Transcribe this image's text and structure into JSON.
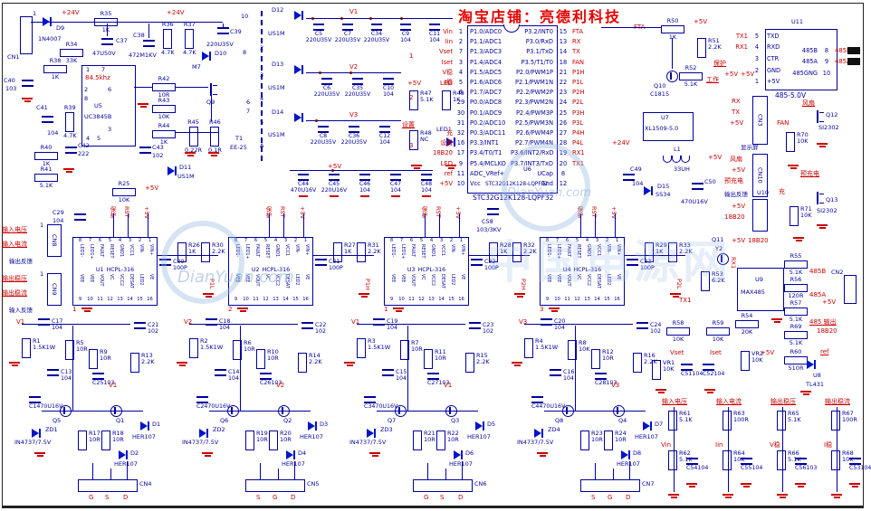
{
  "title": "淘宝店铺：亮德利科技",
  "watermark": {
    "site": "DianYuan.com",
    "big": "中国电源网"
  },
  "colors": {
    "component": "#00009c",
    "net": "#c80000",
    "title": "#e60000",
    "diode": "#0014c8"
  },
  "flyback": {
    "p24a": "+24V",
    "p24b": "+24V",
    "cn1": {
      "r": "CN1",
      "pin": "1"
    },
    "d9": {
      "r": "D9",
      "v": "1N4007"
    },
    "r35": {
      "r": "R35",
      "v": "1K"
    },
    "c37": {
      "r": "C37",
      "v": "47U50V"
    },
    "r34": {
      "r": "R34",
      "v": "33K"
    },
    "c38": {
      "r": "C38",
      "v": "472M1KV"
    },
    "r36": {
      "r": "R36",
      "v": "4.7K"
    },
    "r37": {
      "r": "R37",
      "v": "4.7K"
    },
    "c39": {
      "r": "C39",
      "v": "220U35V"
    },
    "d10": {
      "r": "D10",
      "v": "M7"
    },
    "u5": {
      "r": "U5",
      "v": "UC3845B",
      "freq": "84.5khz",
      "p1": "1",
      "p7": "7",
      "p2": "2",
      "p6": "6",
      "p8": "8",
      "p3": "3",
      "p4": "4",
      "p5": "5"
    },
    "r38": {
      "r": "R38",
      "v": "1K"
    },
    "c40": {
      "r": "C40",
      "v": "103"
    },
    "c41": {
      "r": "C41",
      "v": "104"
    },
    "r39": {
      "r": "R39",
      "v": "4.7K"
    },
    "r40": {
      "r": "R40",
      "v": "1K"
    },
    "r41": {
      "r": "R41",
      "v": "5.1K"
    },
    "c42": {
      "r": "C42",
      "v": "222"
    },
    "r42": {
      "r": "R42",
      "v": "10R"
    },
    "r43": {
      "r": "R43",
      "v": "10K"
    },
    "r44": {
      "r": "R44",
      "v": "1K"
    },
    "c43": {
      "r": "C43",
      "v": "102"
    },
    "q9": "Q9",
    "r45": {
      "r": "R45",
      "v": "0.22R"
    },
    "r46": {
      "r": "R46",
      "v": "0.1R"
    },
    "t1": {
      "r": "T1",
      "v": "EE-25",
      "p10": "10",
      "p8": "8",
      "p6": "6",
      "p7": "7"
    },
    "d11": {
      "r": "D11",
      "v": "US1M"
    }
  },
  "secondary": {
    "rows": [
      {
        "d": "D12",
        "part": "US1M",
        "a": "1",
        "b": "2",
        "rail": "V1",
        "tie": "1"
      },
      {
        "d": "D13",
        "part": "US1M",
        "a": "3",
        "b": "4",
        "rail": "V2",
        "tie": "2"
      },
      {
        "d": "D14",
        "part": "US1M",
        "a": "5",
        "b": "A",
        "rail": "V3",
        "tie": "3"
      }
    ],
    "caps1": [
      {
        "r": "C5",
        "v": "220U35V"
      },
      {
        "r": "C7",
        "v": "220U35V"
      },
      {
        "r": "C34",
        "v": "220U35V"
      },
      {
        "r": "C9",
        "v": "104"
      },
      {
        "r": "C11",
        "v": "104"
      }
    ],
    "caps2": [
      {
        "r": "C6",
        "v": "220U35V"
      },
      {
        "r": "C35",
        "v": "220U35V"
      },
      {
        "r": "C10",
        "v": "104"
      }
    ],
    "caps3": [
      {
        "r": "C8",
        "v": "220U35V"
      },
      {
        "r": "C36",
        "v": "220U35V"
      },
      {
        "r": "C12",
        "v": "104"
      }
    ],
    "rail5": "+5V",
    "caps5": [
      {
        "r": "C44",
        "v": "470U16V"
      },
      {
        "r": "C45",
        "v": "220U16V"
      },
      {
        "r": "C46",
        "v": "104"
      },
      {
        "r": "C47",
        "v": "104"
      },
      {
        "r": "C48",
        "v": "104"
      }
    ]
  },
  "led": {
    "p5": "+5V",
    "lednet": "LED",
    "r47": {
      "r": "R47",
      "v": "5.1K"
    },
    "r49": {
      "r": "R49",
      "v": "1K"
    },
    "set": "设置",
    "r48": {
      "r": "R48",
      "v": "NC"
    },
    "led1": "LED1"
  },
  "mcu": {
    "u": "U6",
    "part": "STC32G12K128-LQPF32",
    "caption": "STC32G12K128-LQPF32",
    "left": [
      {
        "net": "Vin",
        "num": "1",
        "name": "P1.0/ADC0"
      },
      {
        "net": "Iin",
        "num": "2",
        "name": "P1.1/ADC1"
      },
      {
        "net": "Vset",
        "num": "7",
        "name": "P1.3/ADC3"
      },
      {
        "net": "Iset",
        "num": "3",
        "name": "P1.4/ADC4"
      },
      {
        "net": "V稳",
        "num": "4",
        "name": "P1.5/ADC5"
      },
      {
        "net": "I稳",
        "num": "5",
        "name": "P1.6/ADC6"
      },
      {
        "net": "",
        "num": "6",
        "name": "P1.7/ADC7"
      },
      {
        "net": "",
        "num": "29",
        "name": "P0.0/ADC8"
      },
      {
        "net": "",
        "num": "30",
        "name": "P0.1/ADC9"
      },
      {
        "net": "",
        "num": "31",
        "name": "P0.2/ADC10"
      },
      {
        "net": "充",
        "num": "32",
        "name": "P0.3/ADC11"
      },
      {
        "net": "设置",
        "num": "16",
        "name": "P3.3/INT1"
      },
      {
        "net": "18B20",
        "num": "17",
        "name": "P3.4/T0/T1"
      },
      {
        "net": "LED",
        "num": "9",
        "name": "P5.4/MCLKO"
      },
      {
        "net": "ref",
        "num": "11",
        "name": "ADC_VRef+"
      },
      {
        "net": "+5V",
        "num": "10",
        "name": "Vcc"
      }
    ],
    "right": [
      {
        "name": "P3.2/INT0",
        "num": "15",
        "net": "FTA"
      },
      {
        "name": "P3.0/RxD",
        "num": "13",
        "net": "RX"
      },
      {
        "name": "P3.1/TxD",
        "num": "14",
        "net": "TX"
      },
      {
        "name": "P3.5/T1/T0",
        "num": "18",
        "net": "FAN"
      },
      {
        "name": "P2.0/PWM1P",
        "num": "21",
        "net": "P1H"
      },
      {
        "name": "P2.1/PWM1N",
        "num": "22",
        "net": "P1L"
      },
      {
        "name": "P2.2/PWM2P",
        "num": "23",
        "net": "P2H"
      },
      {
        "name": "P2.3/PWM2N",
        "num": "24",
        "net": "P2L"
      },
      {
        "name": "P2.4/PWM3P",
        "num": "25",
        "net": "P3H"
      },
      {
        "name": "P2.5/PWM3N",
        "num": "26",
        "net": "P3L"
      },
      {
        "name": "P2.6/PWM4P",
        "num": "27",
        "net": "P4H"
      },
      {
        "name": "P2.7/PWM4N",
        "num": "28",
        "net": "P4L"
      },
      {
        "name": "P3.6/INT2/RxD",
        "num": "19",
        "net": "RX1"
      },
      {
        "name": "P3.7/INT3/TxD",
        "num": "20",
        "net": "TX1"
      },
      {
        "name": "UCap",
        "num": "8",
        "net": ""
      },
      {
        "name": "Gnd",
        "num": "12",
        "net": ""
      }
    ]
  },
  "u11": {
    "u": "U11",
    "caption": "485-5.0V",
    "left": [
      {
        "net": "TX1",
        "num": "5",
        "name": "TXD"
      },
      {
        "net": "RX1",
        "num": "4",
        "name": "RXD"
      },
      {
        "net": "",
        "num": "3",
        "name": "CTR"
      },
      {
        "net": "",
        "num": "2",
        "name": "GND"
      },
      {
        "net": "",
        "num": "1",
        "name": "+5V"
      }
    ],
    "right": [
      {
        "name": "485B",
        "num": "8",
        "net": "485B"
      },
      {
        "name": "485A",
        "num": "9",
        "net": "485A"
      },
      {
        "name": "485GNG",
        "num": "10",
        "net": ""
      }
    ]
  },
  "q10blk": {
    "fta": "FTA",
    "r50": {
      "r": "R50",
      "v": "1K"
    },
    "p5": "+5V",
    "r51": {
      "r": "R51",
      "v": "2.2K"
    },
    "prot": "保护",
    "r52": {
      "r": "R52",
      "v": "5.1K"
    },
    "work": "工作",
    "p5b": "+5V",
    "p5c": "+5V",
    "q": "Q10",
    "part": "C1815"
  },
  "buck": {
    "u": "U7",
    "part": "XL1509-5.0",
    "vin": "+24V",
    "l1": {
      "r": "L1",
      "v": "33UH"
    },
    "d15": {
      "r": "D15",
      "v": "SS34"
    },
    "c49": {
      "r": "C49",
      "v": "104"
    },
    "c50": {
      "r": "C50",
      "v": "470U16V"
    },
    "vout": "+5V"
  },
  "cn3": {
    "ref": "CN3",
    "label": "显示屏",
    "p1": "RX",
    "p2": "TX",
    "p3": "+5V"
  },
  "cn10": {
    "ref": "CN10",
    "p1": "风扇",
    "p2": "+5V",
    "p3": "预充电"
  },
  "u10": {
    "ref": "U10",
    "label": "输出反馈",
    "p1": "+5V",
    "p2": "18B20"
  },
  "fan": {
    "load": "风扇",
    "q": "Q12",
    "part": "SI2302",
    "gate": "FAN",
    "r70": {
      "r": "R70",
      "v": "10K"
    }
  },
  "chg": {
    "load": "预充电",
    "q": "Q13",
    "part": "SI2302",
    "gate": "充",
    "r71": {
      "r": "R71",
      "v": "10K"
    }
  },
  "m485": {
    "q": "Q11",
    "part": "Y2",
    "p5": "+5V",
    "t": "18B20",
    "rx1": "RX1",
    "tx1": "TX1",
    "r53": {
      "r": "R53",
      "v": "6.2K"
    },
    "u": "U9",
    "upart": "MAX485",
    "r54": {
      "r": "R54",
      "v": "20K"
    },
    "r55": {
      "r": "R55",
      "v": "5.1K",
      "net": "485B"
    },
    "r56": {
      "r": "R56",
      "v": "120R",
      "net": "485A"
    },
    "r57": {
      "r": "R57",
      "v": "5.1K",
      "net": "+5V"
    },
    "cn2": "CN2",
    "out": "485 输出",
    "r69": {
      "r": "R69",
      "v": "5.1K",
      "net": "18B20"
    }
  },
  "pots": {
    "r58": {
      "r": "R58",
      "v": "10K"
    },
    "r59": {
      "r": "R59",
      "v": "10K"
    },
    "vset": "Vset",
    "iset": "Iset",
    "vr1": {
      "r": "VR1",
      "v": "10K"
    },
    "c51": {
      "r": "C51",
      "v": "104"
    },
    "c52": {
      "r": "C52",
      "v": "104"
    },
    "vr2": {
      "r": "VR2",
      "v": "10K"
    },
    "p5": "+5V"
  },
  "refblk": {
    "r60": {
      "r": "R60",
      "v": "510R"
    },
    "net": "ref",
    "u": "U8",
    "part": "TL431"
  },
  "dividers": [
    {
      "label": "输入电压",
      "rt": {
        "r": "R61",
        "v": "5.1K"
      },
      "net": "Vin",
      "rb": {
        "r": "R62",
        "v": "5.1K"
      },
      "cap": {
        "r": "C54",
        "v": "104"
      }
    },
    {
      "label": "输入电流",
      "rt": {
        "r": "R63",
        "v": "100R"
      },
      "net": "Iin",
      "rb": {
        "r": "R64",
        "v": "10K"
      },
      "cap": {
        "r": "C55",
        "v": "104"
      }
    },
    {
      "label": "输出稳压",
      "rt": {
        "r": "R65",
        "v": "5.1K"
      },
      "net": "V稳",
      "rb": {
        "r": "R66",
        "v": "5.1K"
      },
      "cap": {
        "r": "C56",
        "v": "103"
      }
    },
    {
      "label": "输出稳流",
      "rt": {
        "r": "R67",
        "v": "100R"
      },
      "net": "I稳",
      "rb": {
        "r": "R68",
        "v": "10K"
      },
      "cap": {
        "r": "C53",
        "v": "104"
      }
    }
  ],
  "opto": {
    "r25": {
      "r": "R25",
      "v": "10K"
    },
    "p5": "+5V",
    "c29": {
      "r": "C29",
      "v": "104"
    },
    "c58": {
      "r": "C58",
      "v": "103/3KV"
    },
    "top_nums": [
      "8",
      "7",
      "6",
      "5",
      "4",
      "3",
      "2",
      "1"
    ],
    "top_names": [
      "LED1-",
      "LED1+",
      "FAULT",
      "RESET",
      "GND1",
      "VCC1",
      "VIN-",
      "VIN+"
    ],
    "bot_nums": [
      "9",
      "10",
      "11",
      "12",
      "13",
      "14",
      "15",
      "16"
    ],
    "bot_names": [
      "VEE",
      "VEE",
      "VOUT",
      "VC",
      "VCC2",
      "DESAT",
      "LED2",
      "VE"
    ],
    "channels": [
      {
        "u": "U1",
        "part": "HCPL-316",
        "cap": {
          "r": "C30",
          "v": "100P"
        },
        "r1": {
          "r": "R26",
          "v": "1K"
        },
        "r2": {
          "r": "R30",
          "v": "2.2K"
        },
        "sig": "P1L",
        "t1": "保护",
        "t2": "RST",
        "t3": "+5V",
        "tie": "1"
      },
      {
        "u": "U2",
        "part": "HCPL-316",
        "cap": {
          "r": "C31",
          "v": "100P"
        },
        "r1": {
          "r": "R27",
          "v": "1K"
        },
        "r2": {
          "r": "R31",
          "v": "2.2K"
        },
        "sig": "P1H",
        "t1": "保护",
        "t2": "RST",
        "t3": "+5V",
        "tie": "2"
      },
      {
        "u": "U3",
        "part": "HCPL-316",
        "cap": {
          "r": "C32",
          "v": "100P"
        },
        "r1": {
          "r": "R28",
          "v": "1K"
        },
        "r2": {
          "r": "R32",
          "v": "2.2K"
        },
        "sig": "P2H",
        "t1": "保护",
        "t2": "RST",
        "t3": "+5V",
        "tie": "1"
      },
      {
        "u": "U4",
        "part": "HCPL-316",
        "cap": {
          "r": "C33",
          "v": "100P"
        },
        "r1": {
          "r": "R29",
          "v": "1K"
        },
        "r2": {
          "r": "R33",
          "v": "2.2K"
        },
        "sig": "P2L",
        "t1": "保护",
        "t2": "RST",
        "t3": "+5V",
        "tie": "3"
      }
    ]
  },
  "cn8": {
    "ref": "CN8",
    "num": "1",
    "p1": "输入电压",
    "p2": "输入电流",
    "below": "输出反馈"
  },
  "cn9": {
    "ref": "CN9",
    "num": "1",
    "p1": "输出稳压",
    "p2": "输出稳流",
    "below": "输入反馈"
  },
  "stages": [
    {
      "rail": "V1",
      "ctop": {
        "r": "C17",
        "v": "104"
      },
      "rb": {
        "r": "R1",
        "v": "1.5K1W"
      },
      "cm": {
        "r": "C13",
        "v": "104"
      },
      "ce": {
        "r": "C1",
        "v": "470U16V"
      },
      "zd": {
        "r": "ZD1",
        "v": "IN4737/7.5V"
      },
      "rg1": {
        "r": "R5",
        "v": "10R"
      },
      "rg2": {
        "r": "R9",
        "v": "10R"
      },
      "cs": {
        "r": "C25",
        "v": "103"
      },
      "cc": {
        "r": "C21",
        "v": "102"
      },
      "rp": {
        "r": "R13",
        "v": "2.2K"
      },
      "vnet": "V1",
      "qa": "Q5",
      "qb": "Q1",
      "rd1": {
        "r": "R17",
        "v": "10R"
      },
      "rd2": {
        "r": "R18",
        "v": "10R"
      },
      "d1": {
        "r": "D1",
        "v": "HER107"
      },
      "d2": {
        "r": "D2",
        "v": "HER107"
      },
      "cn": "CN4",
      "g1": "G",
      "g2": "S",
      "g3": "D"
    },
    {
      "rail": "V2",
      "ctop": {
        "r": "C18",
        "v": "104"
      },
      "rb": {
        "r": "R2",
        "v": "1.5K1W"
      },
      "cm": {
        "r": "C14",
        "v": "104"
      },
      "ce": {
        "r": "C2",
        "v": "470U16V"
      },
      "zd": {
        "r": "ZD2",
        "v": "IN4737/7.5V"
      },
      "rg1": {
        "r": "R6",
        "v": "10R"
      },
      "rg2": {
        "r": "R10",
        "v": "10R"
      },
      "cs": {
        "r": "C26",
        "v": "103"
      },
      "cc": {
        "r": "C22",
        "v": "102"
      },
      "rp": {
        "r": "R14",
        "v": "2.2K"
      },
      "vnet": "V2",
      "qa": "Q6",
      "qb": "Q2",
      "rd1": {
        "r": "R19",
        "v": "10R"
      },
      "rd2": {
        "r": "R20",
        "v": "10R"
      },
      "d1": {
        "r": "D3",
        "v": "HER107"
      },
      "d2": {
        "r": "D4",
        "v": "HER107"
      },
      "cn": "CN5",
      "g1": "S",
      "g2": "G",
      "g3": "D"
    },
    {
      "rail": "V1",
      "ctop": {
        "r": "C19",
        "v": "104"
      },
      "rb": {
        "r": "R3",
        "v": "1.5K1W"
      },
      "cm": {
        "r": "C15",
        "v": "104"
      },
      "ce": {
        "r": "C3",
        "v": "470U16V"
      },
      "zd": {
        "r": "ZD3",
        "v": "IN4737/7.5V"
      },
      "rg1": {
        "r": "R7",
        "v": "10R"
      },
      "rg2": {
        "r": "R11",
        "v": "10R"
      },
      "cs": {
        "r": "C27",
        "v": "103"
      },
      "cc": {
        "r": "C23",
        "v": "102"
      },
      "rp": {
        "r": "R15",
        "v": "2.2K"
      },
      "vnet": "V1",
      "qa": "Q7",
      "qb": "Q3",
      "rd1": {
        "r": "R21",
        "v": "10R"
      },
      "rd2": {
        "r": "R22",
        "v": "10R"
      },
      "d1": {
        "r": "D5",
        "v": "HER107"
      },
      "d2": {
        "r": "D6",
        "v": "HER107"
      },
      "cn": "CN6",
      "g1": "G",
      "g2": "S",
      "g3": "D"
    },
    {
      "rail": "V3",
      "ctop": {
        "r": "C20",
        "v": "104"
      },
      "rb": {
        "r": "R4",
        "v": "1.5K1W"
      },
      "cm": {
        "r": "C16",
        "v": "104"
      },
      "ce": {
        "r": "C4",
        "v": "470U16V"
      },
      "zd": {
        "r": "ZD4",
        "v": "IN4737/7.5V"
      },
      "rg1": {
        "r": "R8",
        "v": "10K"
      },
      "rg2": {
        "r": "R12",
        "v": "10R"
      },
      "cs": {
        "r": "C28",
        "v": "103"
      },
      "cc": {
        "r": "C24",
        "v": "102"
      },
      "rp": {
        "r": "R16",
        "v": "2.2K"
      },
      "vnet": "V3",
      "qa": "Q8",
      "qb": "Q4",
      "rd1": {
        "r": "R23",
        "v": "10R"
      },
      "rd2": {
        "r": "R24",
        "v": "10R"
      },
      "d1": {
        "r": "D7",
        "v": "HER107"
      },
      "d2": {
        "r": "D8",
        "v": "HER107"
      },
      "cn": "CN7",
      "g1": "S",
      "g2": "G",
      "g3": "D"
    }
  ]
}
